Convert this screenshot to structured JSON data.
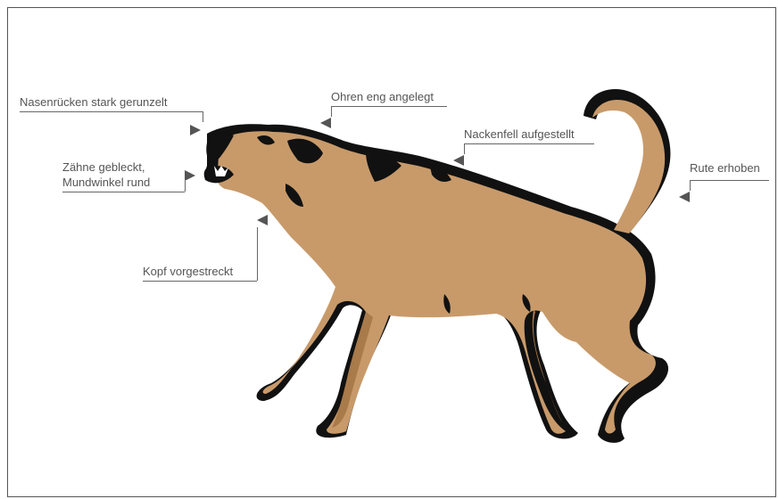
{
  "annotations": {
    "nose": "Nasenrücken stark gerunzelt",
    "ears": "Ohren eng angelegt",
    "neck": "Nackenfell aufgestellt",
    "teeth_line1": "Zähne gebleckt,",
    "teeth_line2": "Mundwinkel rund",
    "tail": "Rute erhoben",
    "head": "Kopf vorgestreckt"
  },
  "colors": {
    "dog_body": "#c89a6a",
    "dog_shadow": "#a97a4a",
    "outline": "#111111",
    "label_text": "#555555",
    "pointer": "#555555"
  }
}
